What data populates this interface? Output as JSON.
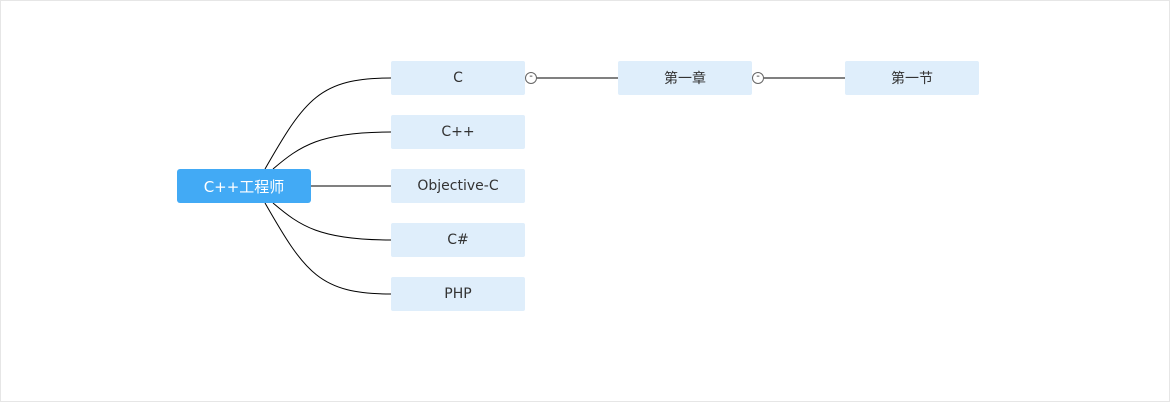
{
  "root": {
    "label": "C++工程师"
  },
  "branches": [
    {
      "label": "C"
    },
    {
      "label": "C++"
    },
    {
      "label": "Objective-C"
    },
    {
      "label": "C#"
    },
    {
      "label": "PHP"
    }
  ],
  "chain": [
    {
      "label": "第一章"
    },
    {
      "label": "第一节"
    }
  ],
  "toggles": [
    {
      "symbol": "-"
    },
    {
      "symbol": "-"
    }
  ],
  "colors": {
    "root_fill": "#42aaf5",
    "node_fill": "#dfeefb",
    "connector": "#000000",
    "border": "#e6e6e6"
  }
}
